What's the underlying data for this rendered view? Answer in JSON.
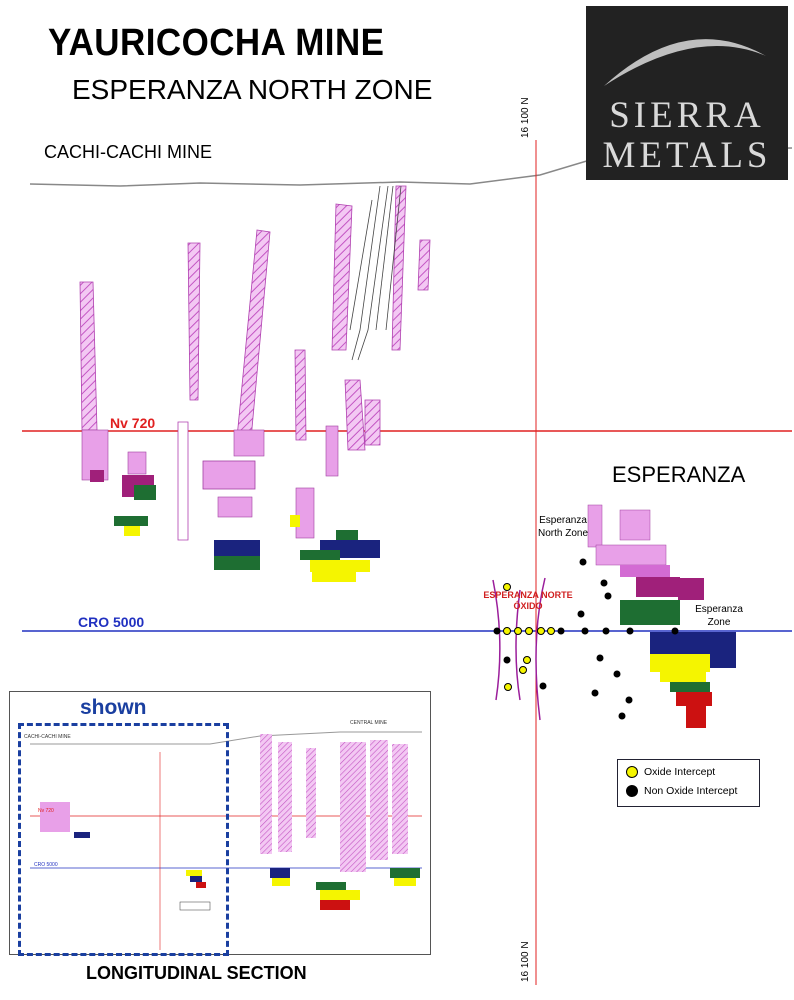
{
  "title": "YAURICOCHA MINE",
  "subtitle": "ESPERANZA NORTH ZONE",
  "logo": {
    "line1": "SIERRA",
    "line2": "METALS"
  },
  "labels": {
    "cachi_cachi": "CACHI-CACHI MINE",
    "esperanza": "ESPERANZA",
    "nv720": "Nv 720",
    "cro5000": "CRO 5000",
    "esperanza_north_zone": "Esperanza North Zone",
    "esperanza_zone": "Esperanza Zone",
    "esperanza_norte_oxido": "ESPERANZA NORTE ÓXIDO",
    "coord_top": "16 100 N",
    "coord_bottom": "16 100 N",
    "shown": "shown",
    "longitudinal_section": "LONGITUDINAL SECTION"
  },
  "inset": {
    "cachi_cachi": "CACHI-CACHI MINE",
    "central_mine": "CENTRAL MINE",
    "nv720": "Nv 720",
    "cro5000": "CRO 5000"
  },
  "legend": {
    "items": [
      {
        "label": "Oxide Intercept",
        "color": "#f5f500"
      },
      {
        "label": "Non Oxide Intercept",
        "color": "#000000"
      }
    ]
  },
  "colors": {
    "level_line": "#e02020",
    "cro_line": "#2030c0",
    "orebody_hatch": "#d36bd3",
    "magenta": "#a0207a",
    "green": "#1e6e32",
    "navy": "#1a237e",
    "yellow": "#ffff33",
    "red": "#cc1111"
  }
}
